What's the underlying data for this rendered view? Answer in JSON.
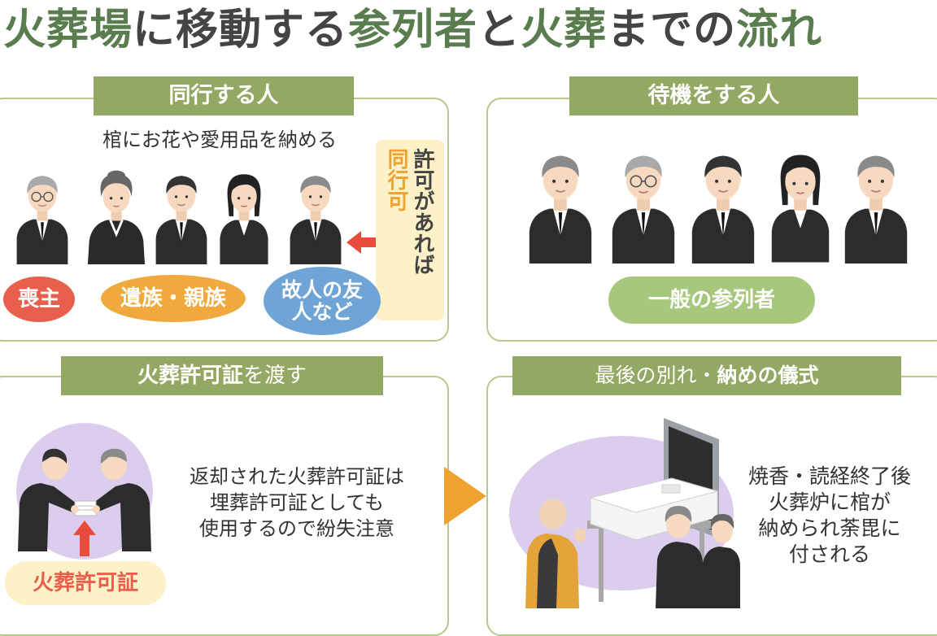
{
  "title": {
    "p1": "火葬場",
    "p2": "に移動する",
    "p3": "参列者",
    "p4": "と",
    "p5": "火葬",
    "p6": "までの",
    "p7": "流れ"
  },
  "panel_companions": {
    "tag": "同行する人",
    "subtitle": "棺にお花や愛用品を納める",
    "labels": {
      "chief_mourner": "喪主",
      "family": "遺族・親族",
      "friends": "故人の友人など"
    },
    "permission_note": {
      "line1": "同行可",
      "line2": "許可があれば"
    }
  },
  "panel_waiting": {
    "tag": "待機をする人",
    "label": "一般の参列者"
  },
  "panel_permit": {
    "tag_bold": "火葬許可証",
    "tag_rest": "を渡す",
    "text_line1": "返却された火葬許可証は",
    "text_line2": "埋葬許可証としても",
    "text_line3": "使用するので紛失注意",
    "permit_label": "火葬許可証"
  },
  "panel_farewell": {
    "tag_rest": "最後の別れ・",
    "tag_bold": "納めの儀式",
    "text_line1": "焼香・読経終了後",
    "text_line2": "火葬炉に棺が",
    "text_line3": "納められ荼毘に",
    "text_line4": "付される"
  },
  "colors": {
    "accent_green": "#5a7d4f",
    "tag_green": "#93a862",
    "panel_border": "#b7c98a",
    "chief_red": "#e8604d",
    "family_orange": "#efa93c",
    "friend_blue": "#6ea4d6",
    "general_green": "#a7c77c",
    "arrow_red": "#e84c3d",
    "flow_orange": "#efa230",
    "lavender": "#dccdee"
  },
  "icons": [
    "person-icon",
    "arrow-icon",
    "flow-arrow-icon"
  ]
}
